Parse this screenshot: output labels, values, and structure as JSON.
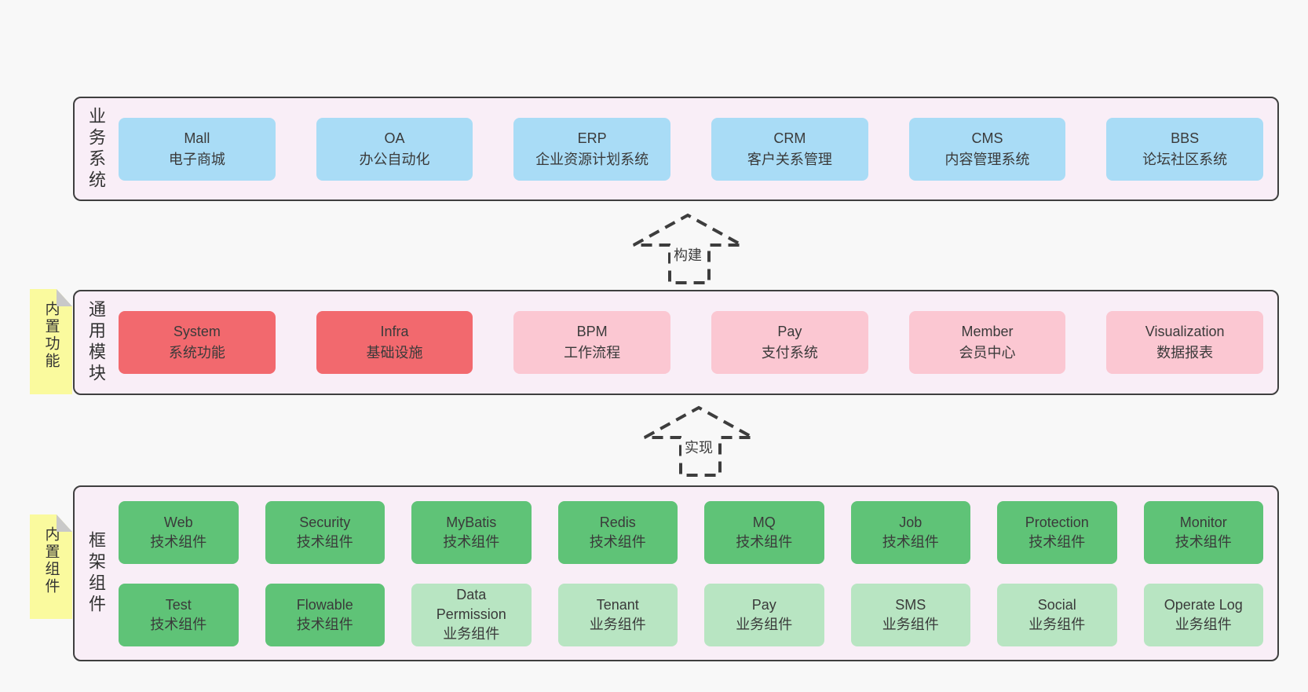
{
  "colors": {
    "page_background": "#f8f8f8",
    "band_background": "#f9eef7",
    "band_border": "#3f3f3f",
    "blue_box": "#a9dcf6",
    "red_box": "#f2696e",
    "pink_box": "#fbc7d2",
    "green_box": "#5fc377",
    "light_green_box": "#b8e5c2",
    "sticky_yellow": "#fafa9e",
    "text": "#3a3a3a"
  },
  "arrows": [
    {
      "label": "构建"
    },
    {
      "label": "实现"
    }
  ],
  "bands": {
    "business": {
      "vertical_label": "业务系统",
      "boxes": [
        {
          "title": "Mall",
          "subtitle": "电子商城",
          "variant": "blue"
        },
        {
          "title": "OA",
          "subtitle": "办公自动化",
          "variant": "blue"
        },
        {
          "title": "ERP",
          "subtitle": "企业资源计划系统",
          "variant": "blue"
        },
        {
          "title": "CRM",
          "subtitle": "客户关系管理",
          "variant": "blue"
        },
        {
          "title": "CMS",
          "subtitle": "内容管理系统",
          "variant": "blue"
        },
        {
          "title": "BBS",
          "subtitle": "论坛社区系统",
          "variant": "blue"
        }
      ]
    },
    "modules": {
      "vertical_label": "通用模块",
      "sticky_label": "内置功能",
      "boxes": [
        {
          "title": "System",
          "subtitle": "系统功能",
          "variant": "red"
        },
        {
          "title": "Infra",
          "subtitle": "基础设施",
          "variant": "red"
        },
        {
          "title": "BPM",
          "subtitle": "工作流程",
          "variant": "pink"
        },
        {
          "title": "Pay",
          "subtitle": "支付系统",
          "variant": "pink"
        },
        {
          "title": "Member",
          "subtitle": "会员中心",
          "variant": "pink"
        },
        {
          "title": "Visualization",
          "subtitle": "数据报表",
          "variant": "pink"
        }
      ]
    },
    "components": {
      "vertical_label": "框架组件",
      "sticky_label": "内置组件",
      "rows": [
        [
          {
            "title": "Web",
            "subtitle": "技术组件",
            "variant": "green"
          },
          {
            "title": "Security",
            "subtitle": "技术组件",
            "variant": "green"
          },
          {
            "title": "MyBatis",
            "subtitle": "技术组件",
            "variant": "green"
          },
          {
            "title": "Redis",
            "subtitle": "技术组件",
            "variant": "green"
          },
          {
            "title": "MQ",
            "subtitle": "技术组件",
            "variant": "green"
          },
          {
            "title": "Job",
            "subtitle": "技术组件",
            "variant": "green"
          },
          {
            "title": "Protection",
            "subtitle": "技术组件",
            "variant": "green"
          },
          {
            "title": "Monitor",
            "subtitle": "技术组件",
            "variant": "green"
          }
        ],
        [
          {
            "title": "Test",
            "subtitle": "技术组件",
            "variant": "green"
          },
          {
            "title": "Flowable",
            "subtitle": "技术组件",
            "variant": "green"
          },
          {
            "title": "Data Permission",
            "subtitle": "业务组件",
            "variant": "lightgreen"
          },
          {
            "title": "Tenant",
            "subtitle": "业务组件",
            "variant": "lightgreen"
          },
          {
            "title": "Pay",
            "subtitle": "业务组件",
            "variant": "lightgreen"
          },
          {
            "title": "SMS",
            "subtitle": "业务组件",
            "variant": "lightgreen"
          },
          {
            "title": "Social",
            "subtitle": "业务组件",
            "variant": "lightgreen"
          },
          {
            "title": "Operate Log",
            "subtitle": "业务组件",
            "variant": "lightgreen"
          }
        ]
      ]
    }
  }
}
